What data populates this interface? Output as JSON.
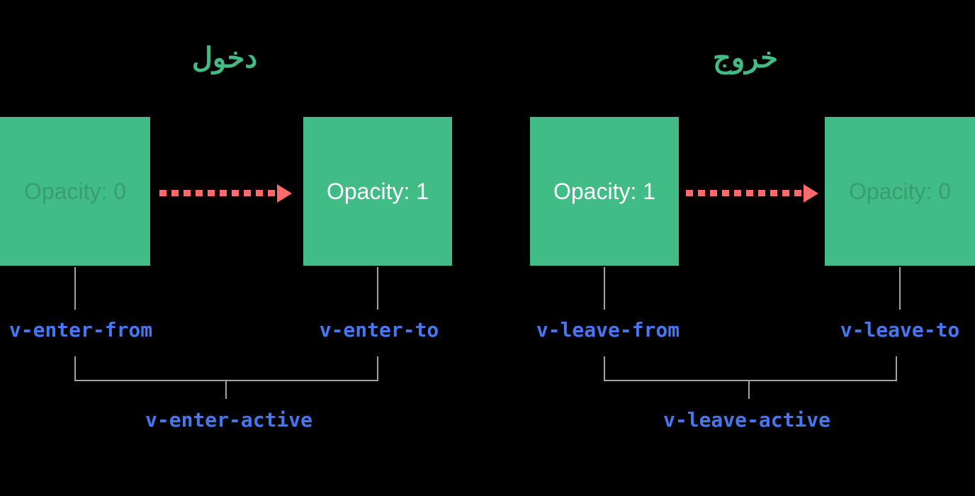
{
  "colors": {
    "background": "#000000",
    "box_green": "#42bc86",
    "title_green": "#42bc86",
    "arrow_red": "#fa6b6b",
    "class_label_blue": "#4677f2",
    "connector_gray": "#a3a3a3",
    "box_text_white": "#ffffff"
  },
  "enter": {
    "title": "دخول",
    "from_box_label": "Opacity: 0",
    "to_box_label": "Opacity: 1",
    "from_class": "v-enter-from",
    "to_class": "v-enter-to",
    "active_class": "v-enter-active"
  },
  "leave": {
    "title": "خروج",
    "from_box_label": "Opacity: 1",
    "to_box_label": "Opacity: 0",
    "from_class": "v-leave-from",
    "to_class": "v-leave-to",
    "active_class": "v-leave-active"
  }
}
